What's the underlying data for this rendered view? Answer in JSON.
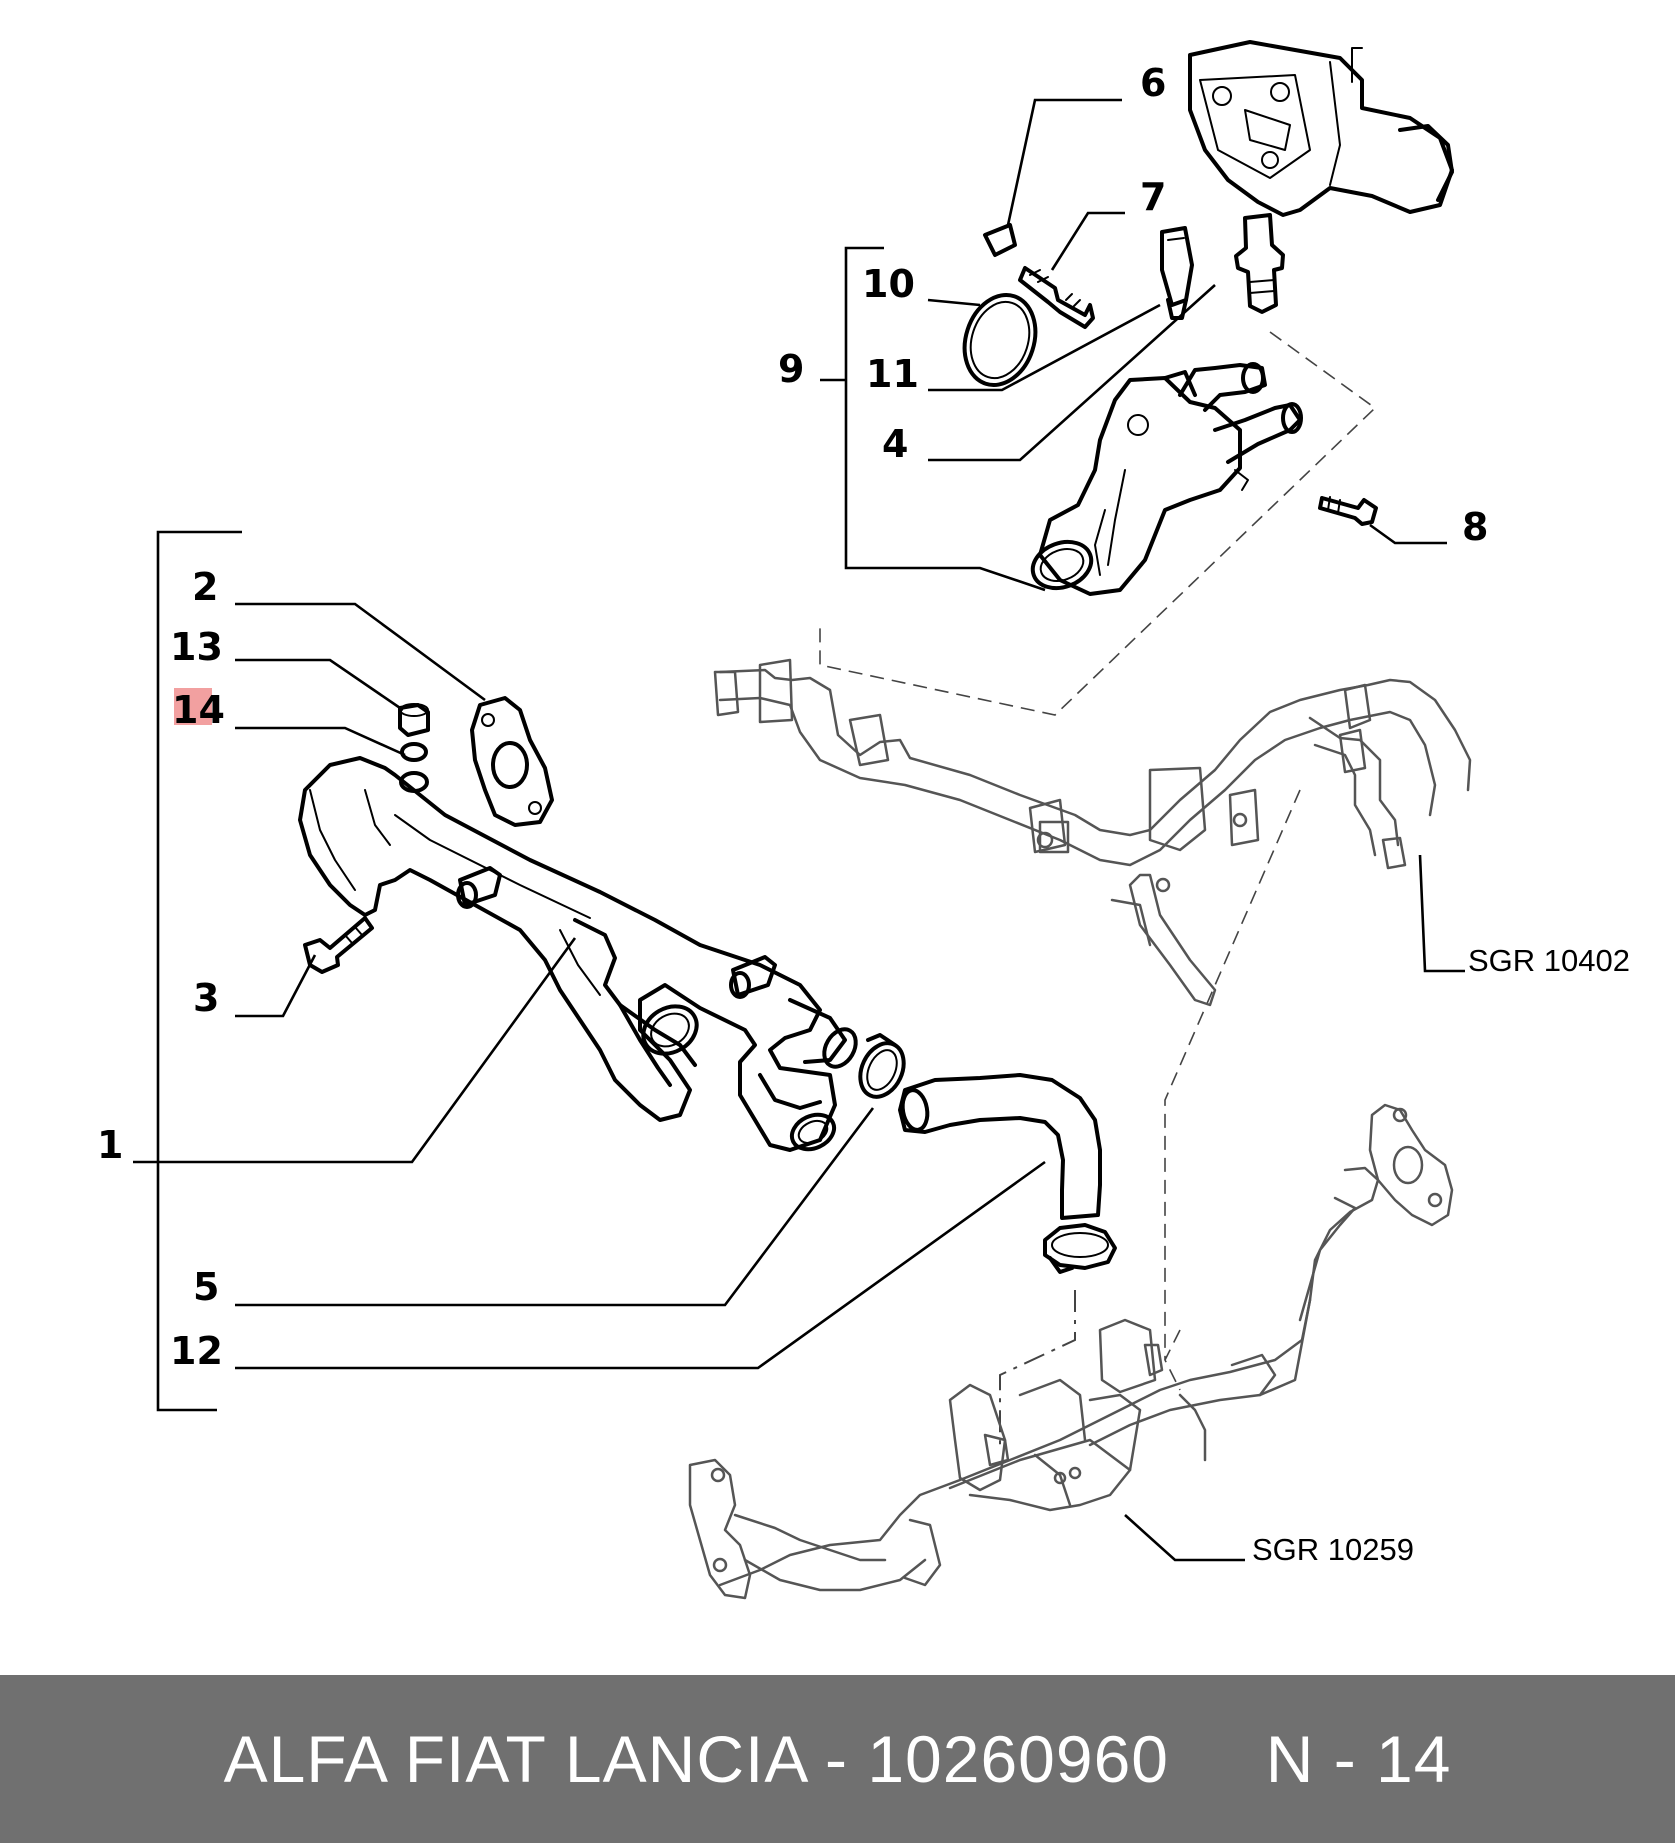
{
  "callouts": {
    "c1": "1",
    "c2": "2",
    "c3": "3",
    "c4": "4",
    "c5": "5",
    "c6": "6",
    "c7": "7",
    "c8": "8",
    "c9": "9",
    "c10": "10",
    "c11": "11",
    "c12": "12",
    "c13": "13",
    "c14": "14"
  },
  "references": {
    "upper": "SGR 10402",
    "lower": "SGR 10259"
  },
  "highlight_color": "#f2a0a0",
  "footer": {
    "text": "ALFA FIAT LANCIA - 10260960     N - 14"
  }
}
